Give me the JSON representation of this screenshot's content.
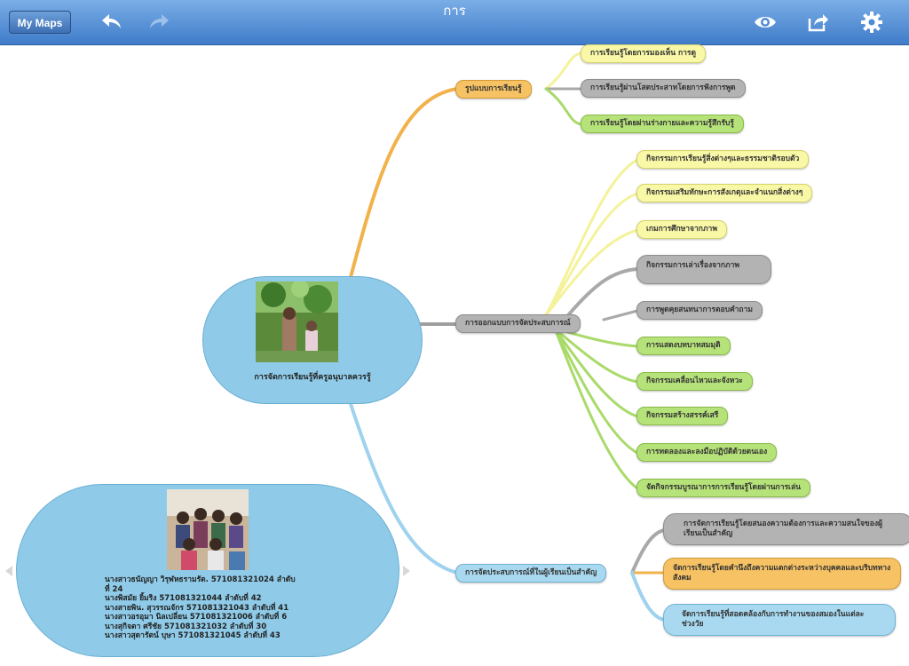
{
  "toolbar": {
    "my_maps_label": "My Maps",
    "title": "การ",
    "icons": [
      "undo-icon",
      "redo-icon",
      "eye-icon",
      "share-icon",
      "gear-icon"
    ]
  },
  "center": {
    "caption": "การจัดการเรียนรู้ที่ครูอนุบาลควรรู้"
  },
  "info_bubble": {
    "lines": [
      "นางสาวธนัญญา  วิรุฬหธรามรัต.  571081321024 ลำดับ",
      "ที่ 24",
      "นางพิสมัย  ยิ้มริง 571081321044 ลำดับที่ 42",
      "นางสายพิน. สุวรรณจักร 571081321043 ลำดับที่ 41",
      "นางสาวอรอุมา  นิลเปลี่ยน 571081321006 ลำดับที่ 6",
      "นางสุกิจตา ศรีชัย 571081321032 ลำดับที่ 30",
      "นางสาวสุดารัตน์ บุษา 571081321045 ลำดับที่ 43"
    ]
  },
  "branches": {
    "b1": {
      "label": "รูปแบบการเรียนรู้",
      "children": [
        "การเรียนรู้โดยการมองเห็น การดู",
        "การเรียนรู้ผ่านโสตประสาทโดยการฟังการพูด",
        "การเรียนรู้โดยผ่านร่างกายและความรู้สึกรับรู้"
      ]
    },
    "b2": {
      "label": "การออกแบบการจัดประสบการณ์",
      "children": [
        "กิจกรรมการเรียนรู้สิ่งต่างๆและธรรมชาติรอบตัว",
        "กิจกรรมเสริมทักษะการสังเกตุและจำแนกสิ่งต่างๆ",
        "เกมการศึกษาจากภาพ",
        "กิจกรรมการเล่าเรื่องจากภาพ",
        "การพูดคุยสนทนาการตอบคำถาม",
        "การแสดงบทบาทสมมุติ",
        "กิจกรรมเคลื่อนไหวและจังหวะ",
        "กิจกรรมสร้างสรรค์เสรี",
        "การทดลองและลงมือปฏิบัติด้วยตนเอง",
        "จัดกิจกรรมบูรณาการการเรียนรู้โดยผ่านการเล่น"
      ]
    },
    "b3": {
      "label": "การจัดประสบการณ์ที่ในผู้เรียนเป็นสำคัญ",
      "children": [
        "การจัดการเรียนรู้โดยสนองความต้องการและความสนใจของผู้เรียนเป็นสำคัญ",
        "จัดการเรียนรู้โดยคำนึงถึงความแตกต่างระหว่างบุคคลและบริบททางสังคม",
        "จัดการเรียนรู้ที่สอดคล้องกับการทำงานของสมองในแต่ละช่วงวัย"
      ]
    }
  },
  "colors": {
    "toolbar": "#4f8bd6",
    "yellow": "#f9f8a6",
    "gray": "#b3b3b3",
    "green": "#b6e27a",
    "orange": "#f6c264",
    "blue": "#a8d9f0",
    "bubble": "#8fcbe8"
  }
}
